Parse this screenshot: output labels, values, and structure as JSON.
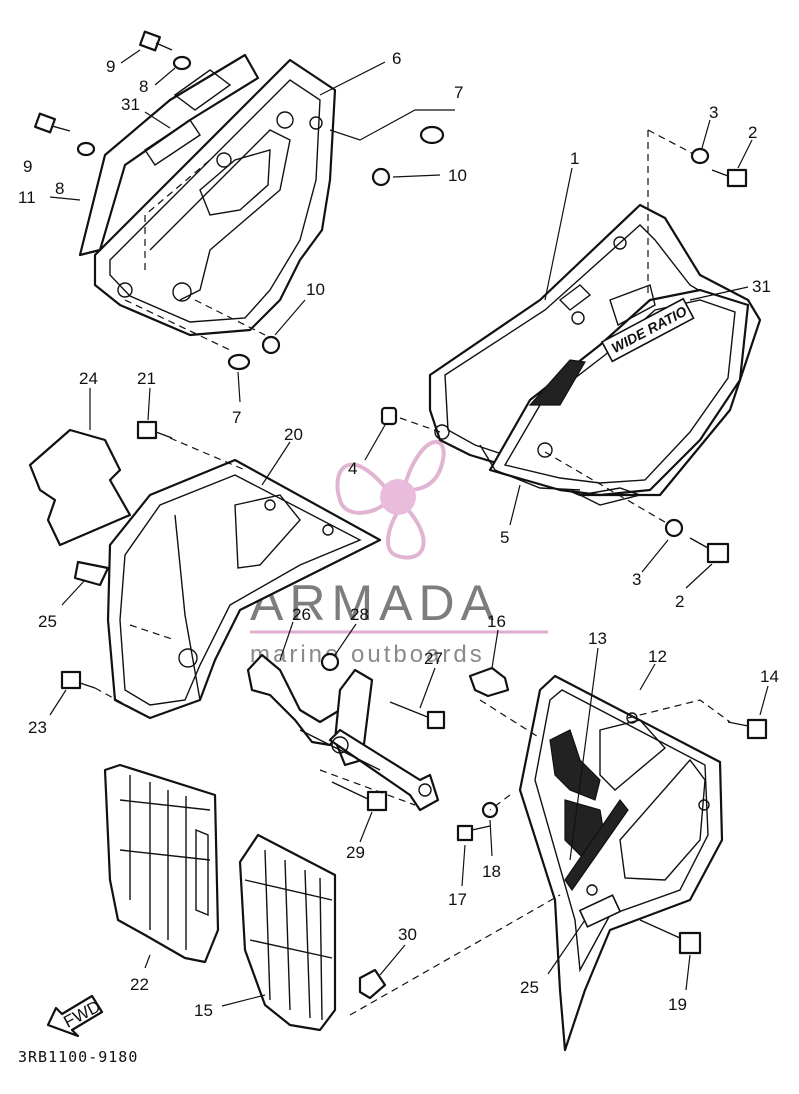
{
  "diagram": {
    "code": "3RB1100-9180",
    "fwd_label": "FWD",
    "decal_text": "WIDE RATIO",
    "watermark": {
      "brand": "ARMADA",
      "tagline": "marine outboards"
    },
    "callouts": {
      "c9a": "9",
      "c8a": "8",
      "c31a": "31",
      "c6": "6",
      "c7a": "7",
      "c9b": "9",
      "c8b": "8",
      "c10a": "10",
      "c11": "11",
      "c10b": "10",
      "c7b": "7",
      "c3a": "3",
      "c2a": "2",
      "c1": "1",
      "c31b": "31",
      "c4": "4",
      "c5": "5",
      "c3b": "3",
      "c2b": "2",
      "c24": "24",
      "c21": "21",
      "c20": "20",
      "c25a": "25",
      "c23": "23",
      "c26": "26",
      "c28": "28",
      "c16": "16",
      "c27": "27",
      "c13": "13",
      "c12": "12",
      "c14": "14",
      "c29": "29",
      "c18": "18",
      "c17": "17",
      "c22": "22",
      "c30": "30",
      "c15": "15",
      "c25b": "25",
      "c19": "19"
    }
  }
}
